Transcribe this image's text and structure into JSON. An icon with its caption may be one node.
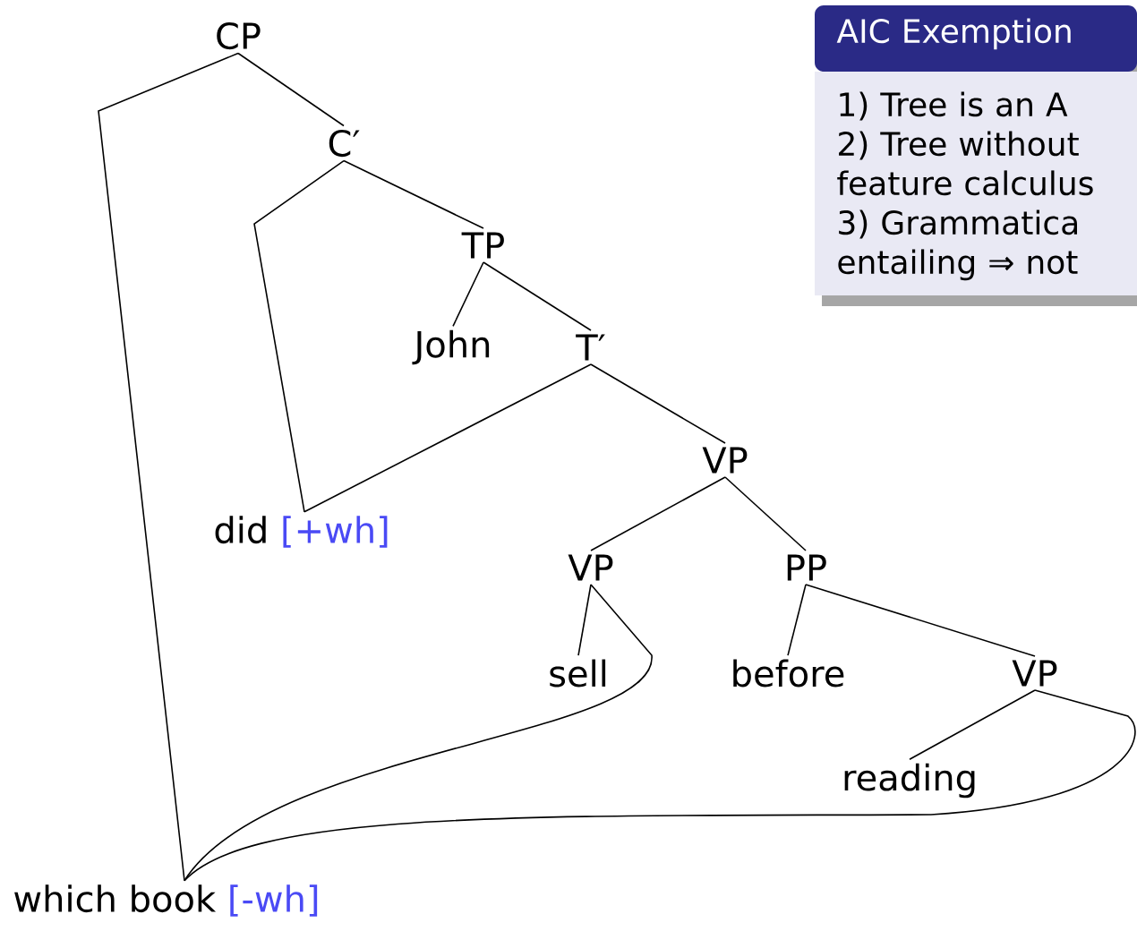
{
  "diagram": {
    "nodes": [
      {
        "text": [
          "CP"
        ]
      },
      {
        "text": [
          "C′"
        ]
      },
      {
        "text": [
          "TP"
        ]
      },
      {
        "text": [
          "John"
        ]
      },
      {
        "text": [
          "T′"
        ]
      },
      {
        "text": [
          "VP"
        ]
      },
      {
        "text": [
          "did",
          "[+wh]"
        ]
      },
      {
        "text": [
          "VP"
        ]
      },
      {
        "text": [
          "PP"
        ]
      },
      {
        "text": [
          "sell"
        ]
      },
      {
        "text": [
          "before"
        ]
      },
      {
        "text": [
          "VP"
        ]
      },
      {
        "text": [
          "reading"
        ]
      },
      {
        "text": [
          "which book",
          "[-wh]"
        ]
      },
      {
        "text": [
          "AIC Exemption",
          "1) Tree is an A",
          "2) Tree without feature calculus",
          "3) Grammatica entailing ⇒ not"
        ]
      }
    ],
    "edges": [
      {
        "from": 0,
        "to": 1,
        "arrow": "none"
      },
      {
        "from": 0,
        "to": 13,
        "arrow": "none"
      },
      {
        "from": 1,
        "to": 2,
        "arrow": "none"
      },
      {
        "from": 1,
        "to": 6,
        "arrow": "none"
      },
      {
        "from": 2,
        "to": 3,
        "arrow": "none"
      },
      {
        "from": 2,
        "to": 4,
        "arrow": "none"
      },
      {
        "from": 4,
        "to": 5,
        "arrow": "none"
      },
      {
        "from": 4,
        "to": 6,
        "arrow": "none"
      },
      {
        "from": 5,
        "to": 7,
        "arrow": "none"
      },
      {
        "from": 5,
        "to": 8,
        "arrow": "none"
      },
      {
        "from": 7,
        "to": 9,
        "arrow": "none"
      },
      {
        "from": 7,
        "to": 13,
        "arrow": "none"
      },
      {
        "from": 8,
        "to": 10,
        "arrow": "none"
      },
      {
        "from": 8,
        "to": 11,
        "arrow": "none"
      },
      {
        "from": 11,
        "to": 12,
        "arrow": "none"
      },
      {
        "from": 11,
        "to": 13,
        "arrow": "none"
      }
    ]
  }
}
